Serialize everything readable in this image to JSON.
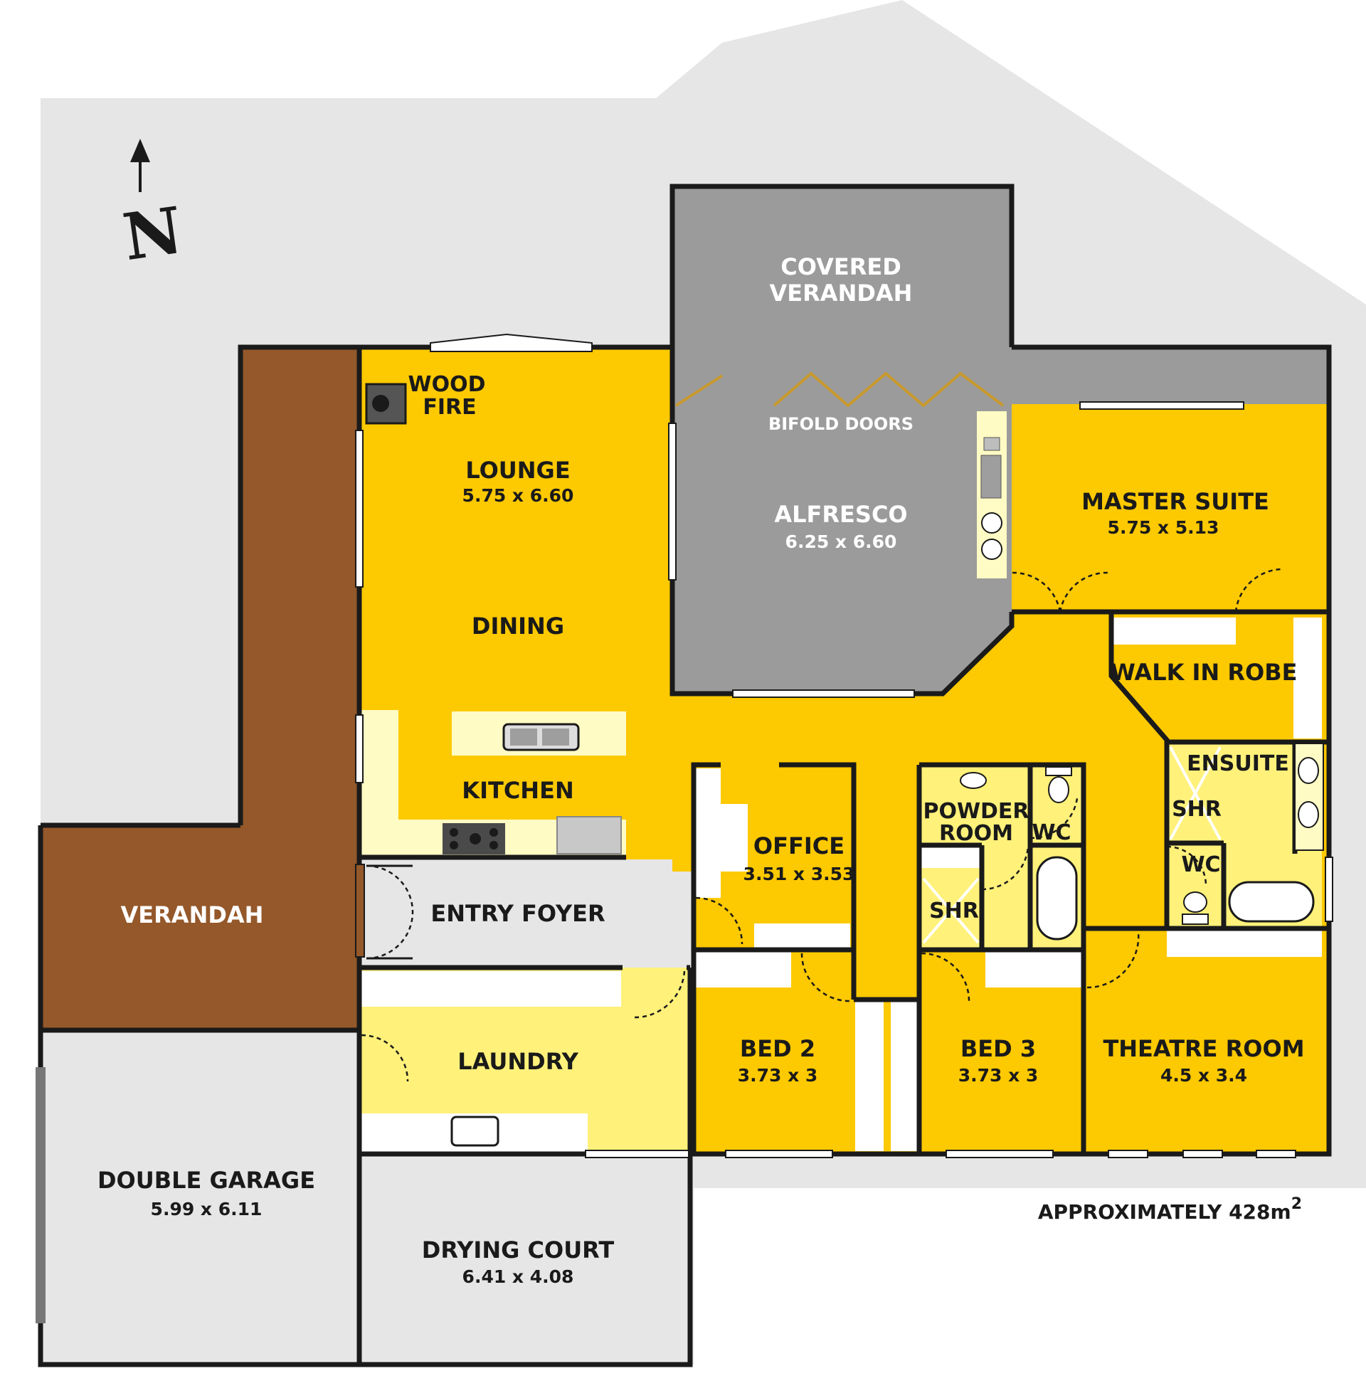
{
  "compass": {
    "label": "N"
  },
  "area_note": {
    "text": "APPROXIMATELY 428m",
    "superscript": "2"
  },
  "colors": {
    "living": "#FDC900",
    "wet": "#FFF17A",
    "bench": "#FFFBC4",
    "alfresco": "#9B9B9B",
    "verandah_deck": "#94582A",
    "lot": "#E6E6E6",
    "wall": "#1a1a1a",
    "bifold": "#C99A2E"
  },
  "rooms": {
    "covered_verandah": {
      "name": "COVERED\nVERANDAH"
    },
    "bifold": {
      "name": "BIFOLD DOORS"
    },
    "alfresco": {
      "name": "ALFRESCO",
      "dims": "6.25 x 6.60"
    },
    "wood_fire": {
      "name": "WOOD\nFIRE"
    },
    "lounge": {
      "name": "LOUNGE",
      "dims": "5.75 x 6.60"
    },
    "dining": {
      "name": "DINING"
    },
    "kitchen": {
      "name": "KITCHEN"
    },
    "entry": {
      "name": "ENTRY FOYER"
    },
    "laundry": {
      "name": "LAUNDRY"
    },
    "verandah": {
      "name": "VERANDAH"
    },
    "garage": {
      "name": "DOUBLE GARAGE",
      "dims": "5.99 x 6.11"
    },
    "drying": {
      "name": "DRYING COURT",
      "dims": "6.41 x 4.08"
    },
    "office": {
      "name": "OFFICE",
      "dims": "3.51 x 3.53"
    },
    "powder": {
      "name": "POWDER\nROOM"
    },
    "wc1": {
      "name": "WC"
    },
    "shr1": {
      "name": "SHR"
    },
    "bed2": {
      "name": "BED 2",
      "dims": "3.73 x 3"
    },
    "bed3": {
      "name": "BED 3",
      "dims": "3.73 x 3"
    },
    "master": {
      "name": "MASTER SUITE",
      "dims": "5.75 x 5.13"
    },
    "wir": {
      "name": "WALK IN ROBE"
    },
    "ensuite": {
      "name": "ENSUITE"
    },
    "shr2": {
      "name": "SHR"
    },
    "wc2": {
      "name": "WC"
    },
    "theatre": {
      "name": "THEATRE ROOM",
      "dims": "4.5 x 3.4"
    }
  }
}
